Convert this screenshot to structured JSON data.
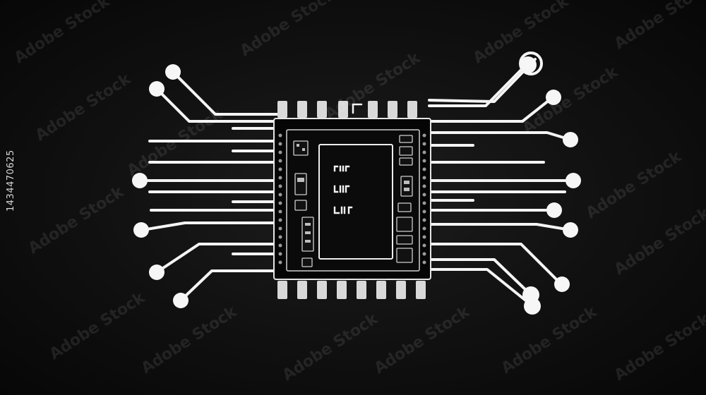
{
  "image": {
    "subject": "circuit-board-chip",
    "colors": {
      "background": "#0c0c0c",
      "trace": "#f4f4f4",
      "chip": "#050505"
    }
  },
  "watermark": {
    "text": "Adobe Stock",
    "stock_id": "1434470625"
  }
}
